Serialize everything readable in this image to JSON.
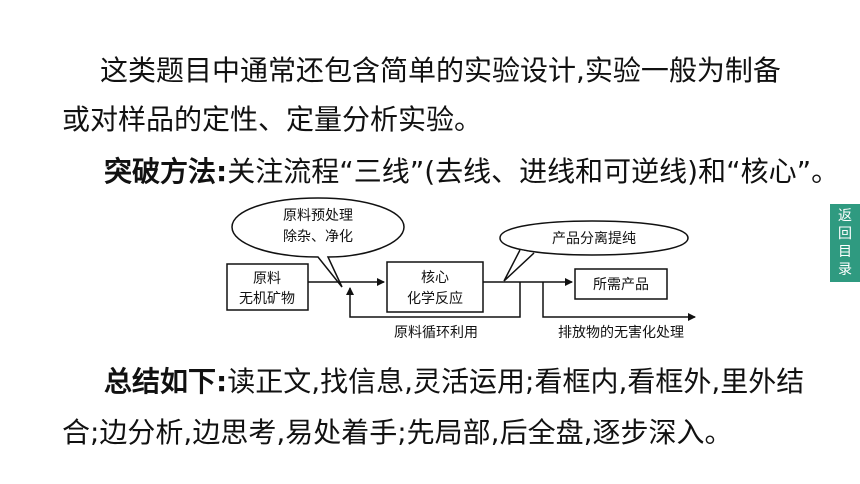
{
  "paragraphs": {
    "p1": "这类题目中通常还包含简单的实验设计,实验一般为制备",
    "p2": "或对样品的定性、定量分析实验。",
    "method_label": "突破方法:",
    "method_text": "关注流程“三线”(去线、进线和可逆线)和“核心”。",
    "summary_label": "总结如下:",
    "summary_line1": "读正文,找信息,灵活运用;看框内,看框外,里外结",
    "summary_line2": "合;边分析,边思考,易处着手;先局部,后全盘,逐步深入。"
  },
  "diagram": {
    "bubble_pretreat_line1": "原料预处理",
    "bubble_pretreat_line2": "除杂、净化",
    "box_raw_line1": "原料",
    "box_raw_line2": "无机矿物",
    "box_core_line1": "核心",
    "box_core_line2": "化学反应",
    "bubble_separation": "产品分离提纯",
    "box_product": "所需产品",
    "label_recycle": "原料循环利用",
    "label_emission": "排放物的无害化处理"
  },
  "nav": {
    "label_chars": [
      "返",
      "回",
      "目",
      "录"
    ],
    "color": "#2f9a80"
  }
}
